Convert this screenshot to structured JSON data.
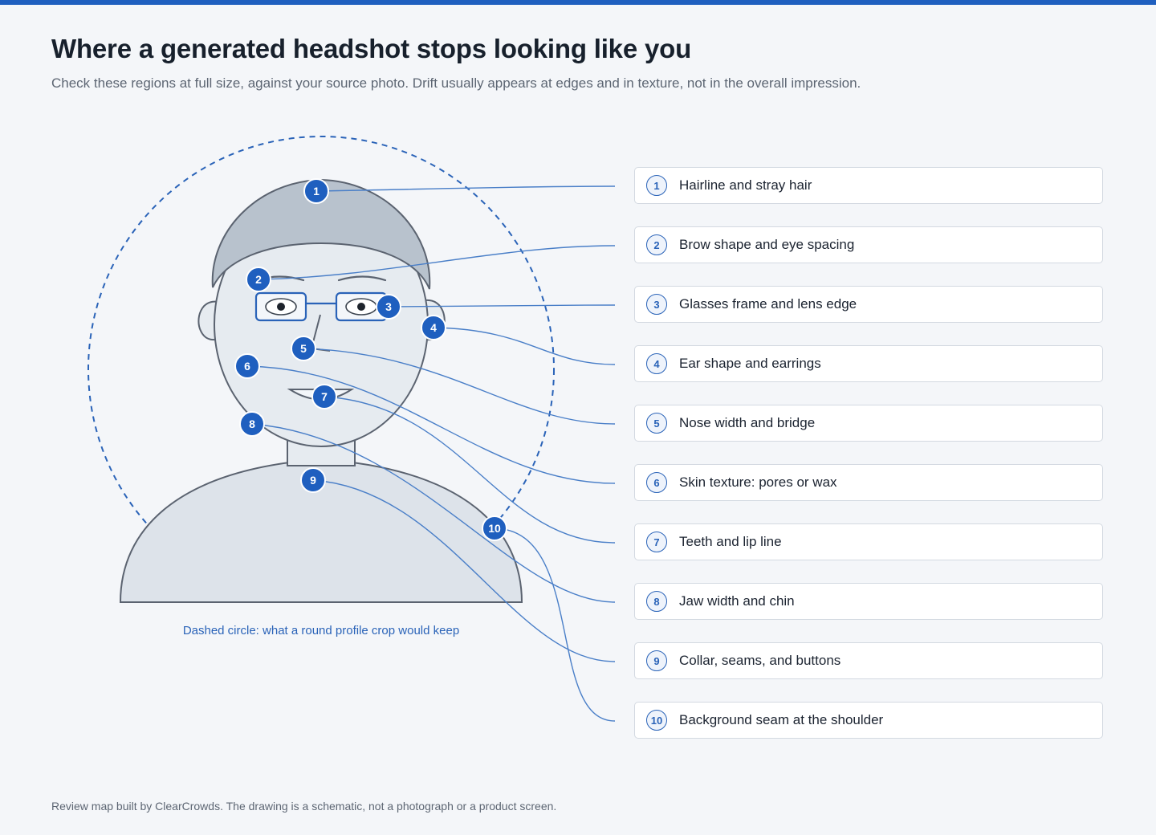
{
  "title": "Where a generated headshot stops looking like you",
  "subtitle": "Check these regions at full size, against your source photo. Drift usually appears at edges and in texture, not in the overall impression.",
  "caption": "Dashed circle: what a round profile crop would keep",
  "footer": "Review map built by ClearCrowds. The drawing is a schematic, not a photograph or a product screen.",
  "colors": {
    "accent": "#1f5fbf",
    "badge": "#1f5fbf",
    "leader_line": "#4a7fc8",
    "figure_fill": "#dde3ea",
    "figure_stroke": "#5b6370",
    "hair_fill": "#b8c2cd",
    "glasses": "#2a63b8"
  },
  "regions": [
    {
      "number": "1",
      "label": "Hairline and stray hair"
    },
    {
      "number": "2",
      "label": "Brow shape and eye spacing"
    },
    {
      "number": "3",
      "label": "Glasses frame and lens edge"
    },
    {
      "number": "4",
      "label": "Ear shape and earrings"
    },
    {
      "number": "5",
      "label": "Nose width and bridge"
    },
    {
      "number": "6",
      "label": "Skin texture: pores or wax"
    },
    {
      "number": "7",
      "label": "Teeth and lip line"
    },
    {
      "number": "8",
      "label": "Jaw width and chin"
    },
    {
      "number": "9",
      "label": "Collar, seams, and buttons"
    },
    {
      "number": "10",
      "label": "Background seam at the shoulder"
    }
  ]
}
